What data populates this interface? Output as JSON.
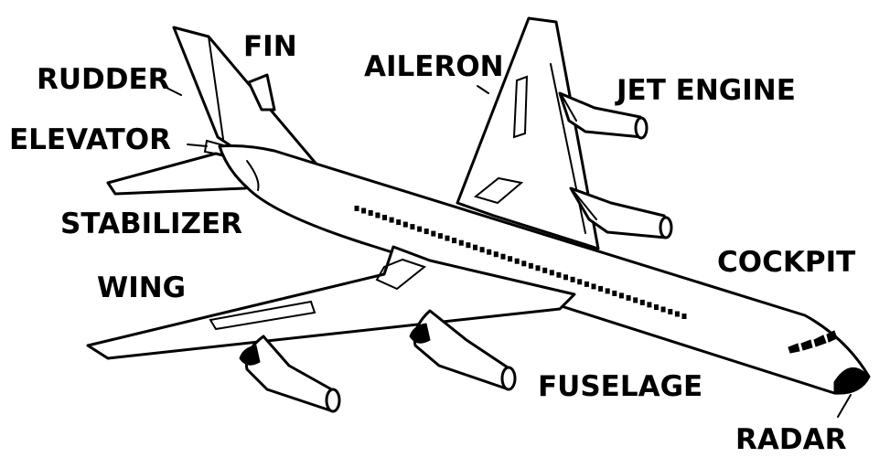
{
  "labels": {
    "fin": "FIN",
    "rudder": "RUDDER",
    "elevator": "ELEVATOR",
    "stabilizer": "STABILIZER",
    "wing": "WING",
    "aileron": "AILERON",
    "jet_engine": "JET ENGINE",
    "cockpit": "COCKPIT",
    "fuselage": "FUSELAGE",
    "radar": "RADAR"
  },
  "colors": {
    "ink": "#000000",
    "background": "#ffffff"
  }
}
